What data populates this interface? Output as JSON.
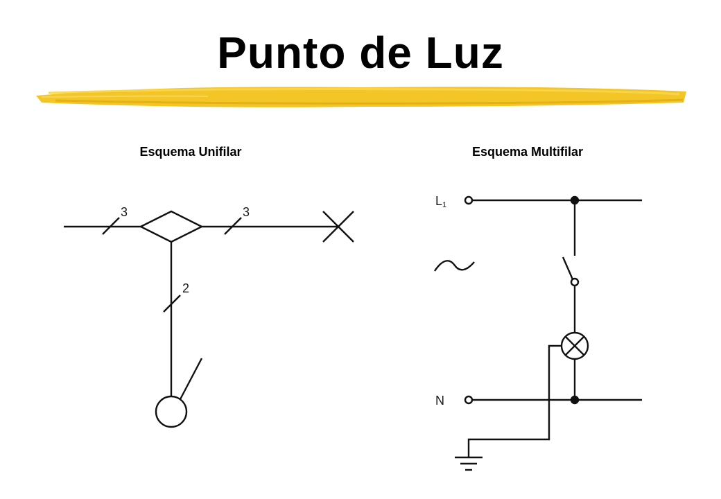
{
  "title": "Punto de Luz",
  "colors": {
    "highlighter": "#f2c21b",
    "line": "#111111",
    "background": "#ffffff"
  },
  "unifilar": {
    "heading": "Esquema Unifilar",
    "conductor_counts": {
      "left_run": "3",
      "right_run": "3",
      "vertical_run": "2"
    }
  },
  "multifilar": {
    "heading": "Esquema Multifilar",
    "terminals": {
      "phase": "L",
      "phase_subscript": "1",
      "neutral": "N"
    }
  }
}
